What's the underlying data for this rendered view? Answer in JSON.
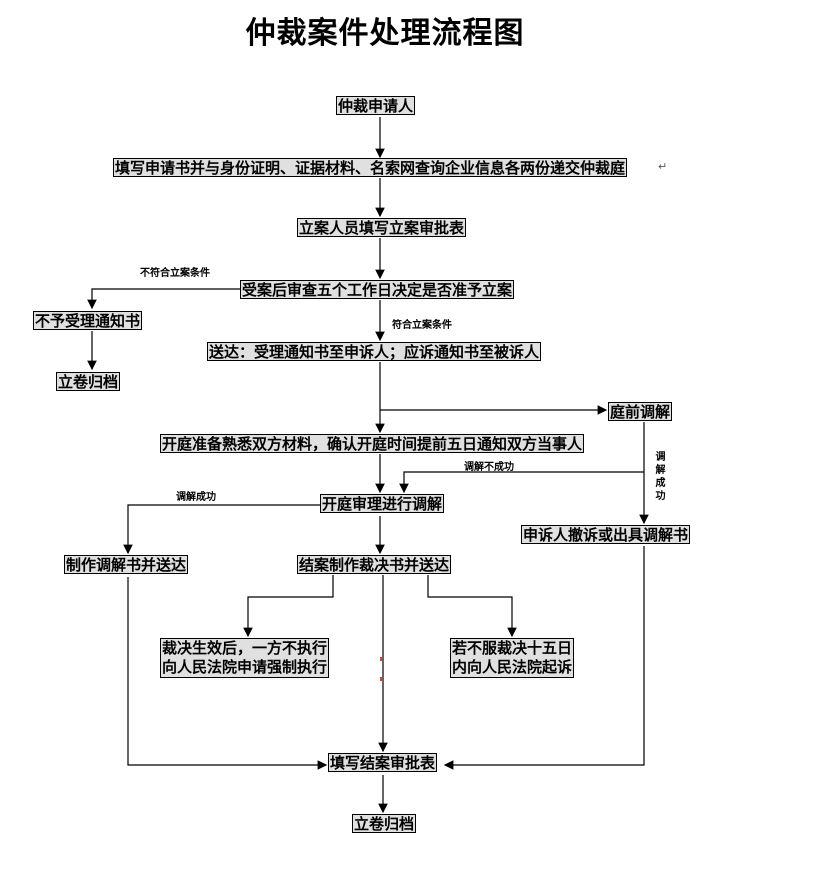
{
  "title": "仲裁案件处理流程图",
  "nodes": {
    "applicant": "仲裁申请人",
    "submit": "填写申请书并与身份证明、证据材料、名索网查询企业信息各两份递交仲裁庭",
    "filing_form": "立案人员填写立案审批表",
    "review": "受案后审查五个工作日决定是否准予立案",
    "reject_notice": "不予受理通知书",
    "archive_reject": "立卷归档",
    "deliver": "送达：受理通知书至申诉人；应诉通知书至被诉人",
    "pretrial_mediation": "庭前调解",
    "prepare_hearing": "开庭准备熟悉双方材料，确认开庭时间提前五日通知双方当事人",
    "hearing": "开庭审理进行调解",
    "withdraw": "申诉人撤诉或出具调解书",
    "mediation_doc": "制作调解书并送达",
    "award": "结案制作裁决书并送达",
    "enforce_line1": "裁决生效后，一方不执行",
    "enforce_line2": "向人民法院申请强制执行",
    "appeal_line1": "若不服裁决十五日",
    "appeal_line2": "内向人民法院起诉",
    "close_form": "填写结案审批表",
    "archive_final": "立卷归档"
  },
  "edge_labels": {
    "not_eligible": "不符合立案条件",
    "eligible": "符合立案条件",
    "mediation_failed": "调解不成功",
    "mediation_success": "调解成功",
    "mediation_success_vertical": "调解成功"
  },
  "colors": {
    "node_fill": "#e0e0e0",
    "line": "#000000"
  }
}
